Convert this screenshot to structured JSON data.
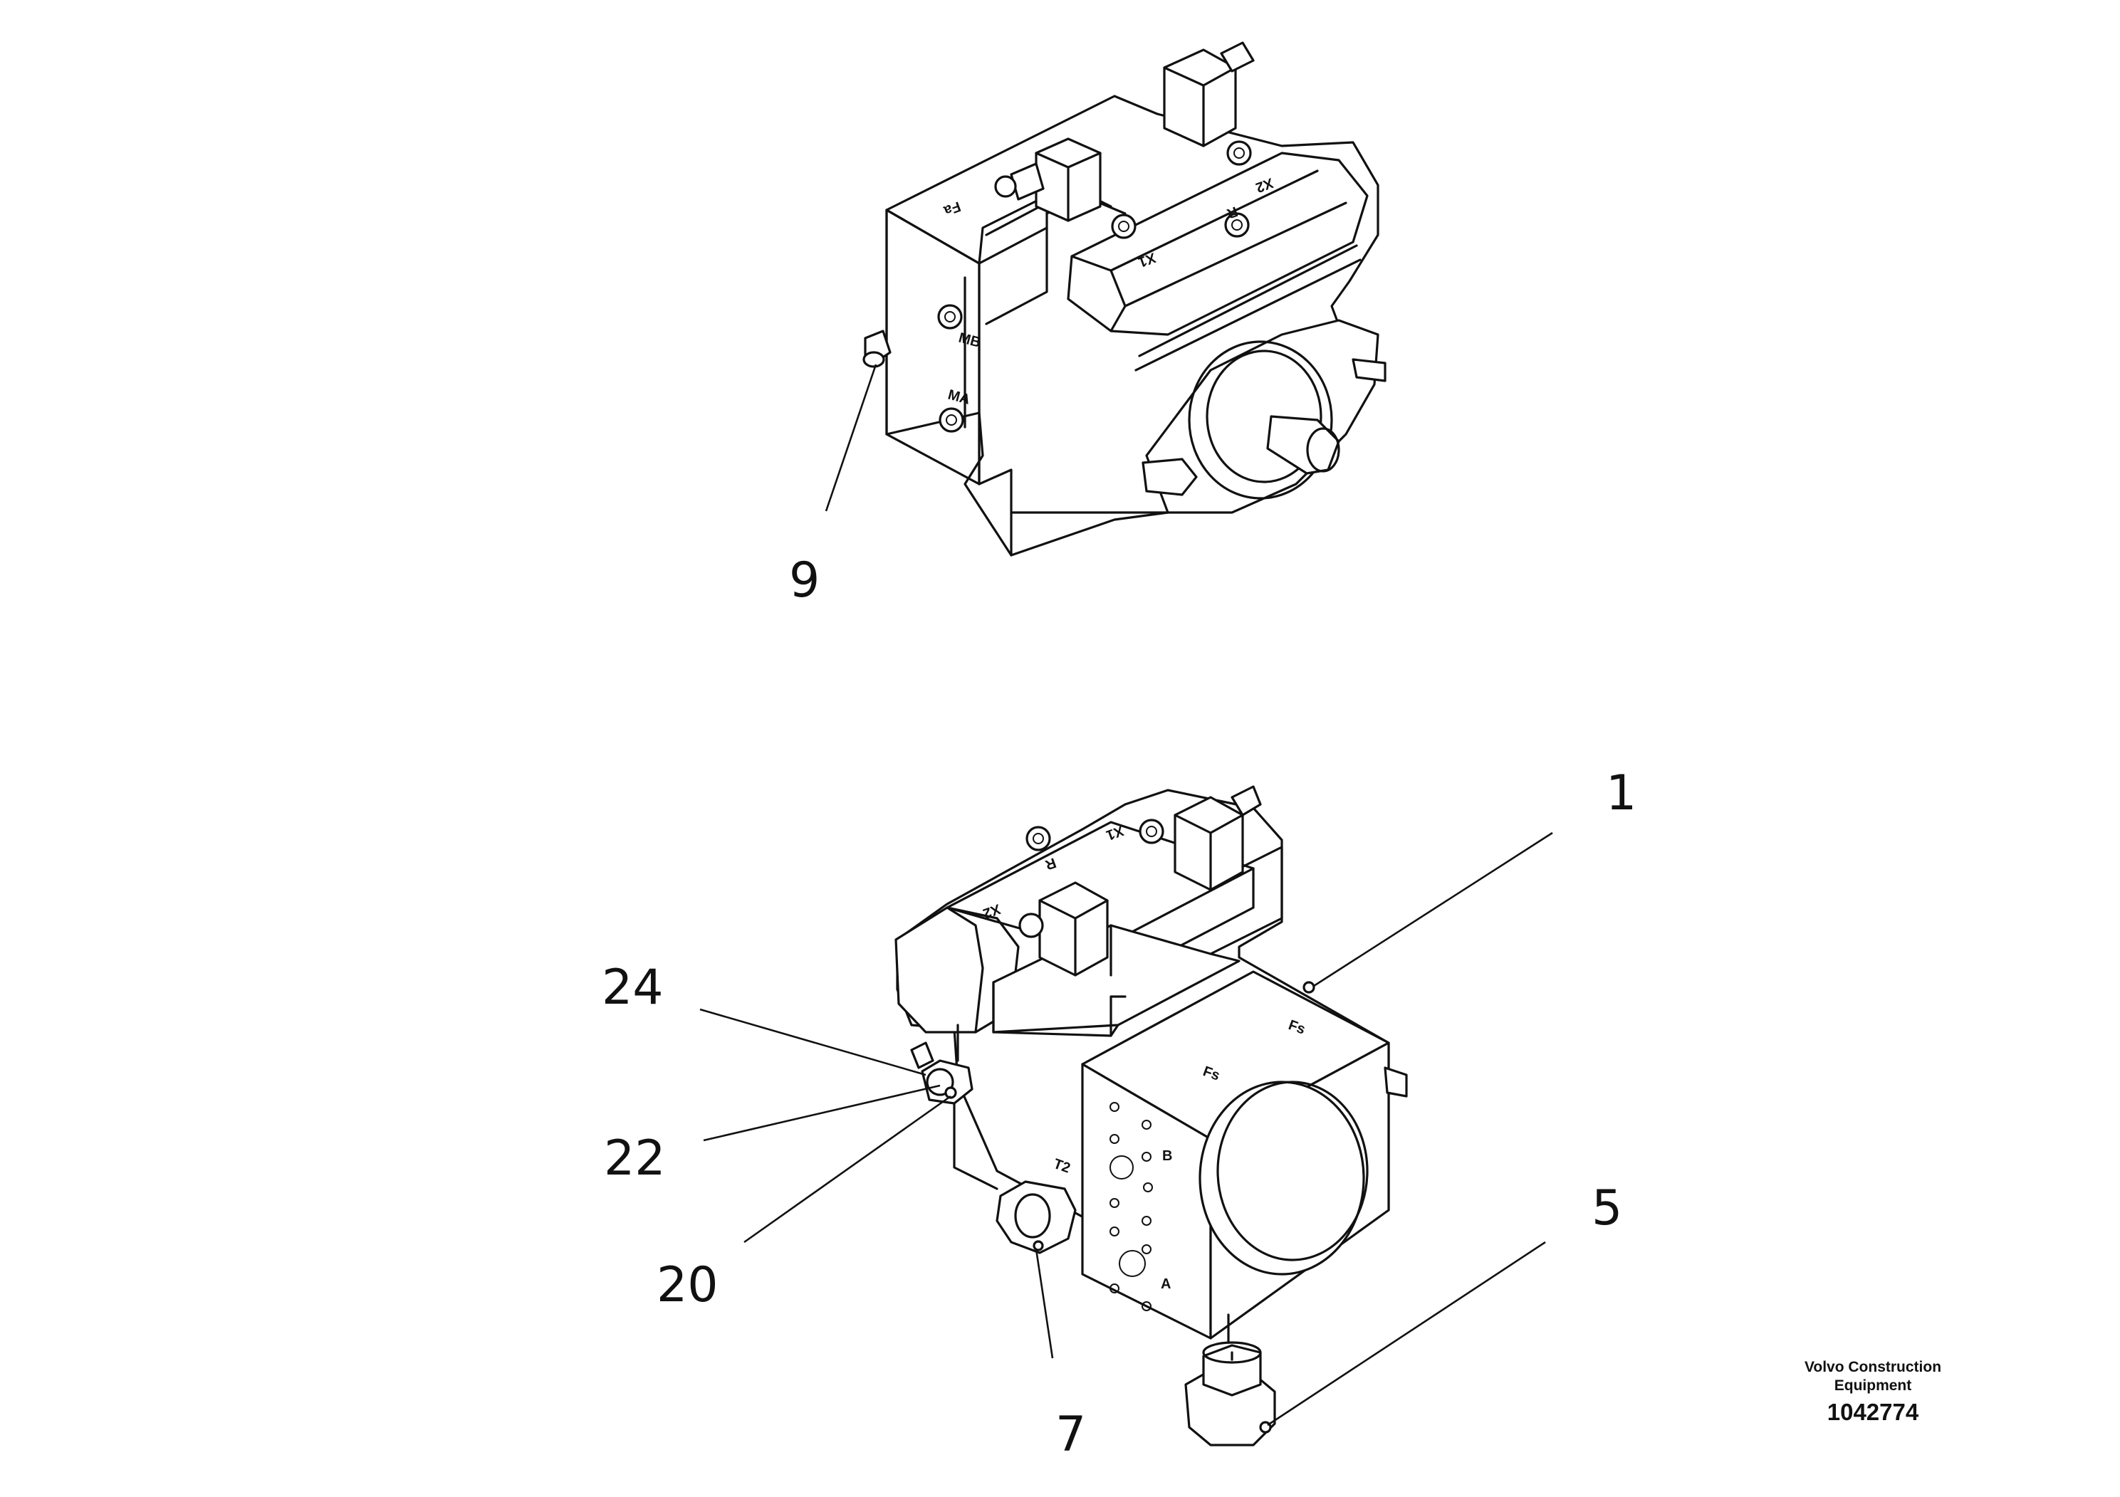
{
  "reference": {
    "company_line1": "Volvo Construction",
    "company_line2": "Equipment",
    "drawing_number": "1042774"
  },
  "callouts": {
    "c9": "9",
    "c1": "1",
    "c24": "24",
    "c22": "22",
    "c20": "20",
    "c5": "5",
    "c7": "7"
  },
  "port_labels": {
    "top_mb": "MB",
    "top_ma": "MA",
    "top_x1": "X1",
    "top_x2": "X2",
    "top_r": "R",
    "top_fa": "Fa",
    "bottom_x1": "X1",
    "bottom_x2": "X2",
    "bottom_r": "R",
    "bottom_fs_upper": "Fs",
    "bottom_fs_lower": "Fs",
    "bottom_t2": "T2",
    "bottom_b": "B",
    "bottom_a": "A"
  }
}
